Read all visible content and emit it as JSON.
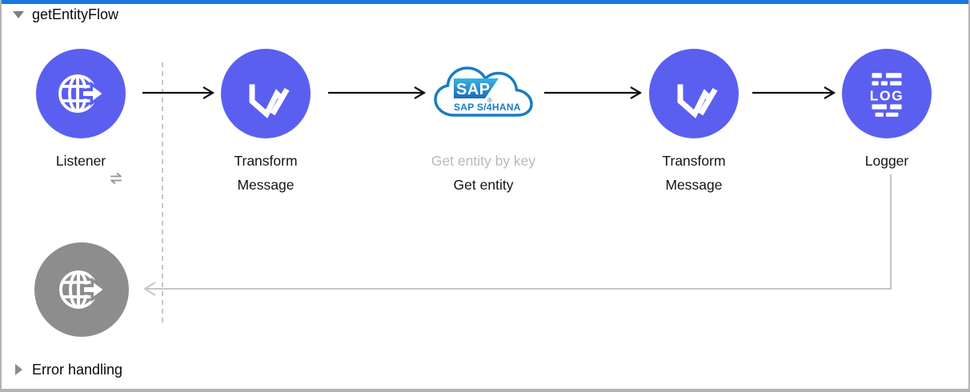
{
  "flow": {
    "title": "getEntityFlow",
    "nodes": {
      "listener": {
        "label": "Listener"
      },
      "transform_message_1": {
        "label": "Transform Message"
      },
      "sap_get_entity": {
        "operation": "Get entity by key",
        "label": "Get entity",
        "logo_text": "SAP",
        "registered_mark": "®",
        "product_text": "SAP S/4HANA"
      },
      "transform_message_2": {
        "label": "Transform Message"
      },
      "logger": {
        "label": "Logger",
        "icon_text": "LOG"
      },
      "response": {
        "label": ""
      }
    }
  },
  "error_handling": {
    "label": "Error handling"
  },
  "colors": {
    "node_accent": "#5a5ff0",
    "inactive_node": "#8d8d8d",
    "selection_blue": "#1877e0",
    "sap_blue": "#1b7cc2",
    "muted_operation_label": "#b9b9b9",
    "connector_black": "#111111",
    "response_connector_gray": "#c6c6c6",
    "canvas_border": "#b3b3b3"
  }
}
